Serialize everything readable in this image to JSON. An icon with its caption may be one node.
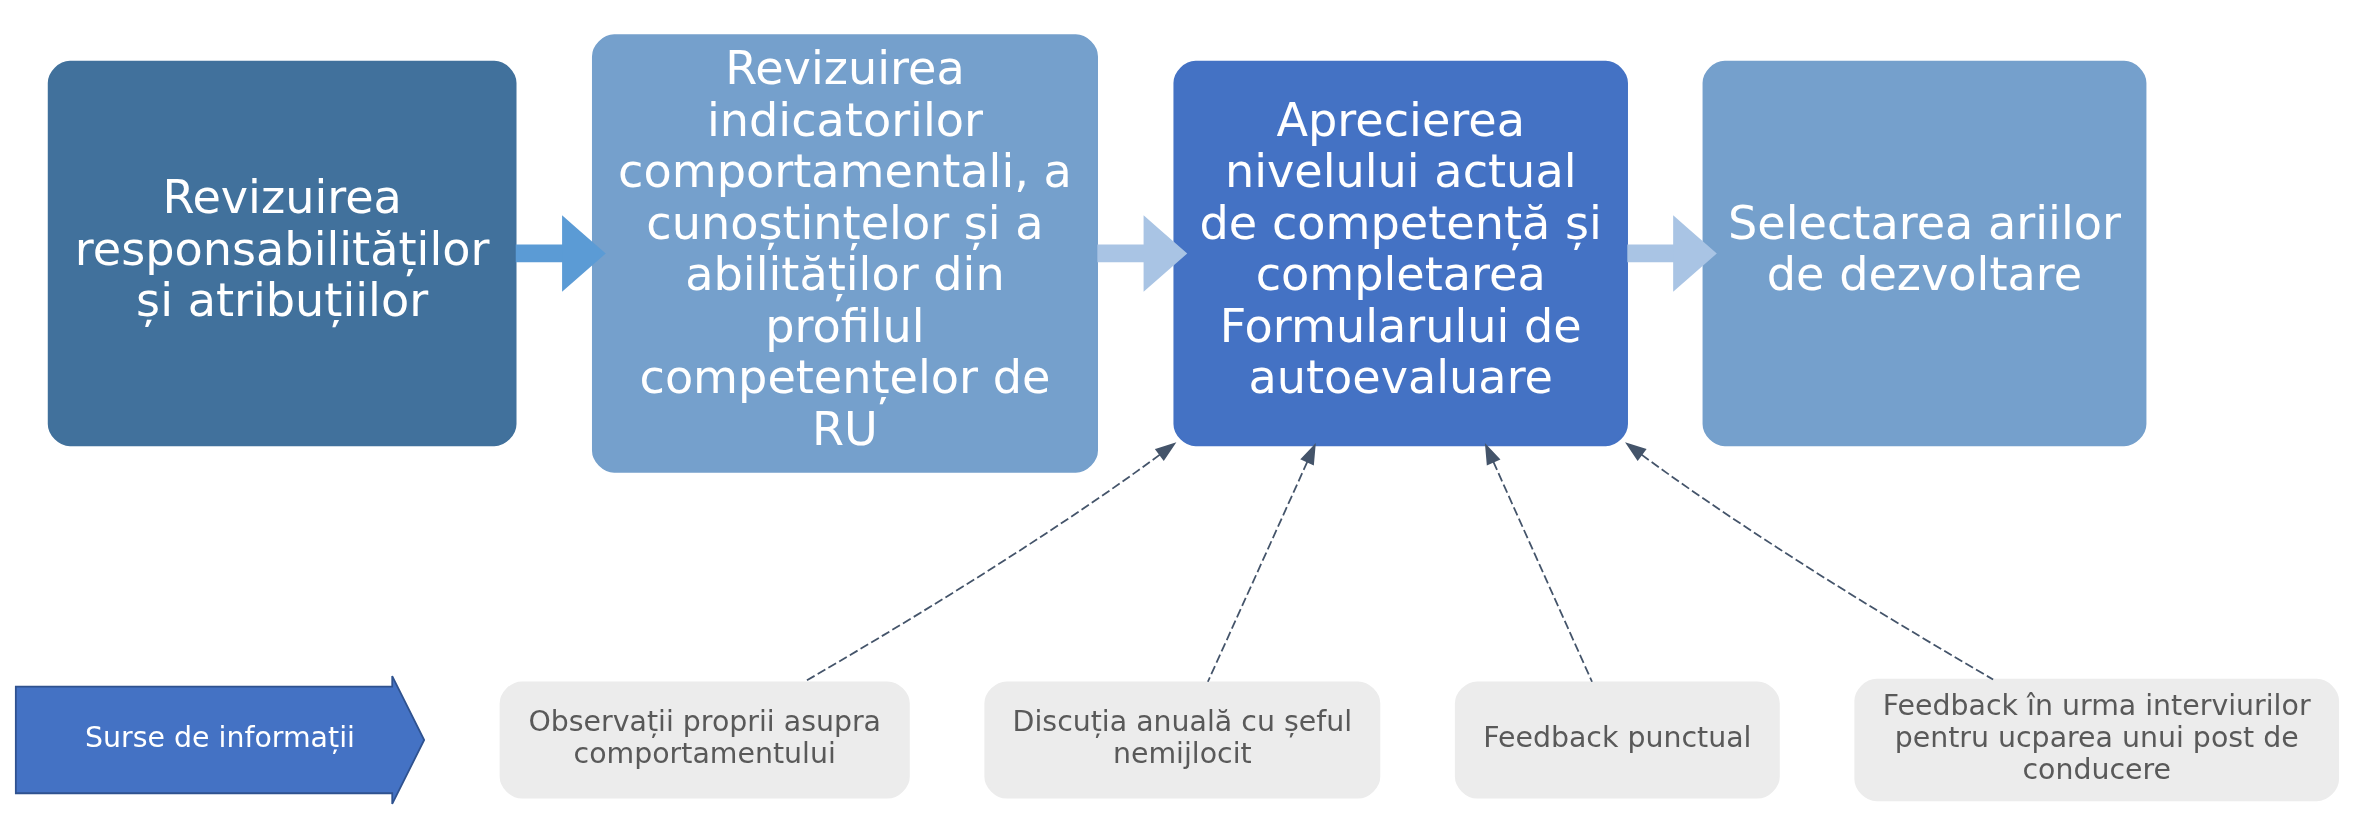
{
  "diagram": {
    "nodes": [
      {
        "text": [
          "Revizuirea responsabilităților și atribuțiilor"
        ]
      },
      {
        "text": [
          "Revizuirea indicatorilor comportamentali, a cunoștințelor și a abilităților din profilul competențelor de RU"
        ]
      },
      {
        "text": [
          "Aprecierea nivelului actual de competență și completarea Formularului de autoevaluare"
        ]
      },
      {
        "text": [
          "Selectarea ariilor de dezvoltare"
        ]
      },
      {
        "text": [
          "Surse de informații"
        ]
      },
      {
        "text": [
          "Observații proprii asupra comportamentului"
        ]
      },
      {
        "text": [
          "Discuția anuală cu șeful nemijlocit"
        ]
      },
      {
        "text": [
          "Feedback punctual"
        ]
      },
      {
        "text": [
          "Feedback în urma interviurilor pentru ucparea unui post de conducere"
        ]
      }
    ],
    "edges": [
      {
        "from": 0,
        "to": 1,
        "arrow": "to",
        "style": "thick",
        "color": "#5b9bd5"
      },
      {
        "from": 1,
        "to": 2,
        "arrow": "to",
        "style": "thick",
        "color": "#a9c4e4"
      },
      {
        "from": 2,
        "to": 3,
        "arrow": "to",
        "style": "thick",
        "color": "#a9c4e4"
      },
      {
        "from": 5,
        "to": 2,
        "arrow": "to",
        "style": "dashed"
      },
      {
        "from": 6,
        "to": 2,
        "arrow": "to",
        "style": "dashed"
      },
      {
        "from": 7,
        "to": 2,
        "arrow": "to",
        "style": "dashed"
      },
      {
        "from": 8,
        "to": 2,
        "arrow": "to",
        "style": "dashed"
      }
    ]
  }
}
